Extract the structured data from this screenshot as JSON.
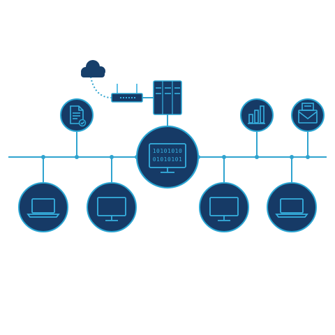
{
  "colors": {
    "line": "#2fa3cf",
    "node_fill": "#163a66",
    "node_stroke": "#2aa6d3",
    "icon": "#36b1e0",
    "cloud": "#173f6a",
    "background": "#ffffff"
  },
  "center": {
    "binary_rows": [
      "10101010",
      "01010101"
    ],
    "icon": "desktop-binary-icon"
  },
  "top_nodes": [
    {
      "name": "document-check-node",
      "icon": "document-check-icon"
    },
    {
      "name": "bar-chart-node",
      "icon": "bar-chart-icon"
    },
    {
      "name": "envelope-node",
      "icon": "envelope-icon"
    }
  ],
  "bottom_nodes": [
    {
      "name": "laptop-node-1",
      "icon": "laptop-icon"
    },
    {
      "name": "monitor-node-1",
      "icon": "monitor-icon"
    },
    {
      "name": "monitor-node-2",
      "icon": "monitor-icon"
    },
    {
      "name": "laptop-node-2",
      "icon": "laptop-icon"
    }
  ],
  "top_devices": [
    {
      "name": "cloud",
      "icon": "cloud-icon"
    },
    {
      "name": "router",
      "icon": "router-icon"
    },
    {
      "name": "server-rack",
      "icon": "server-rack-icon"
    }
  ]
}
